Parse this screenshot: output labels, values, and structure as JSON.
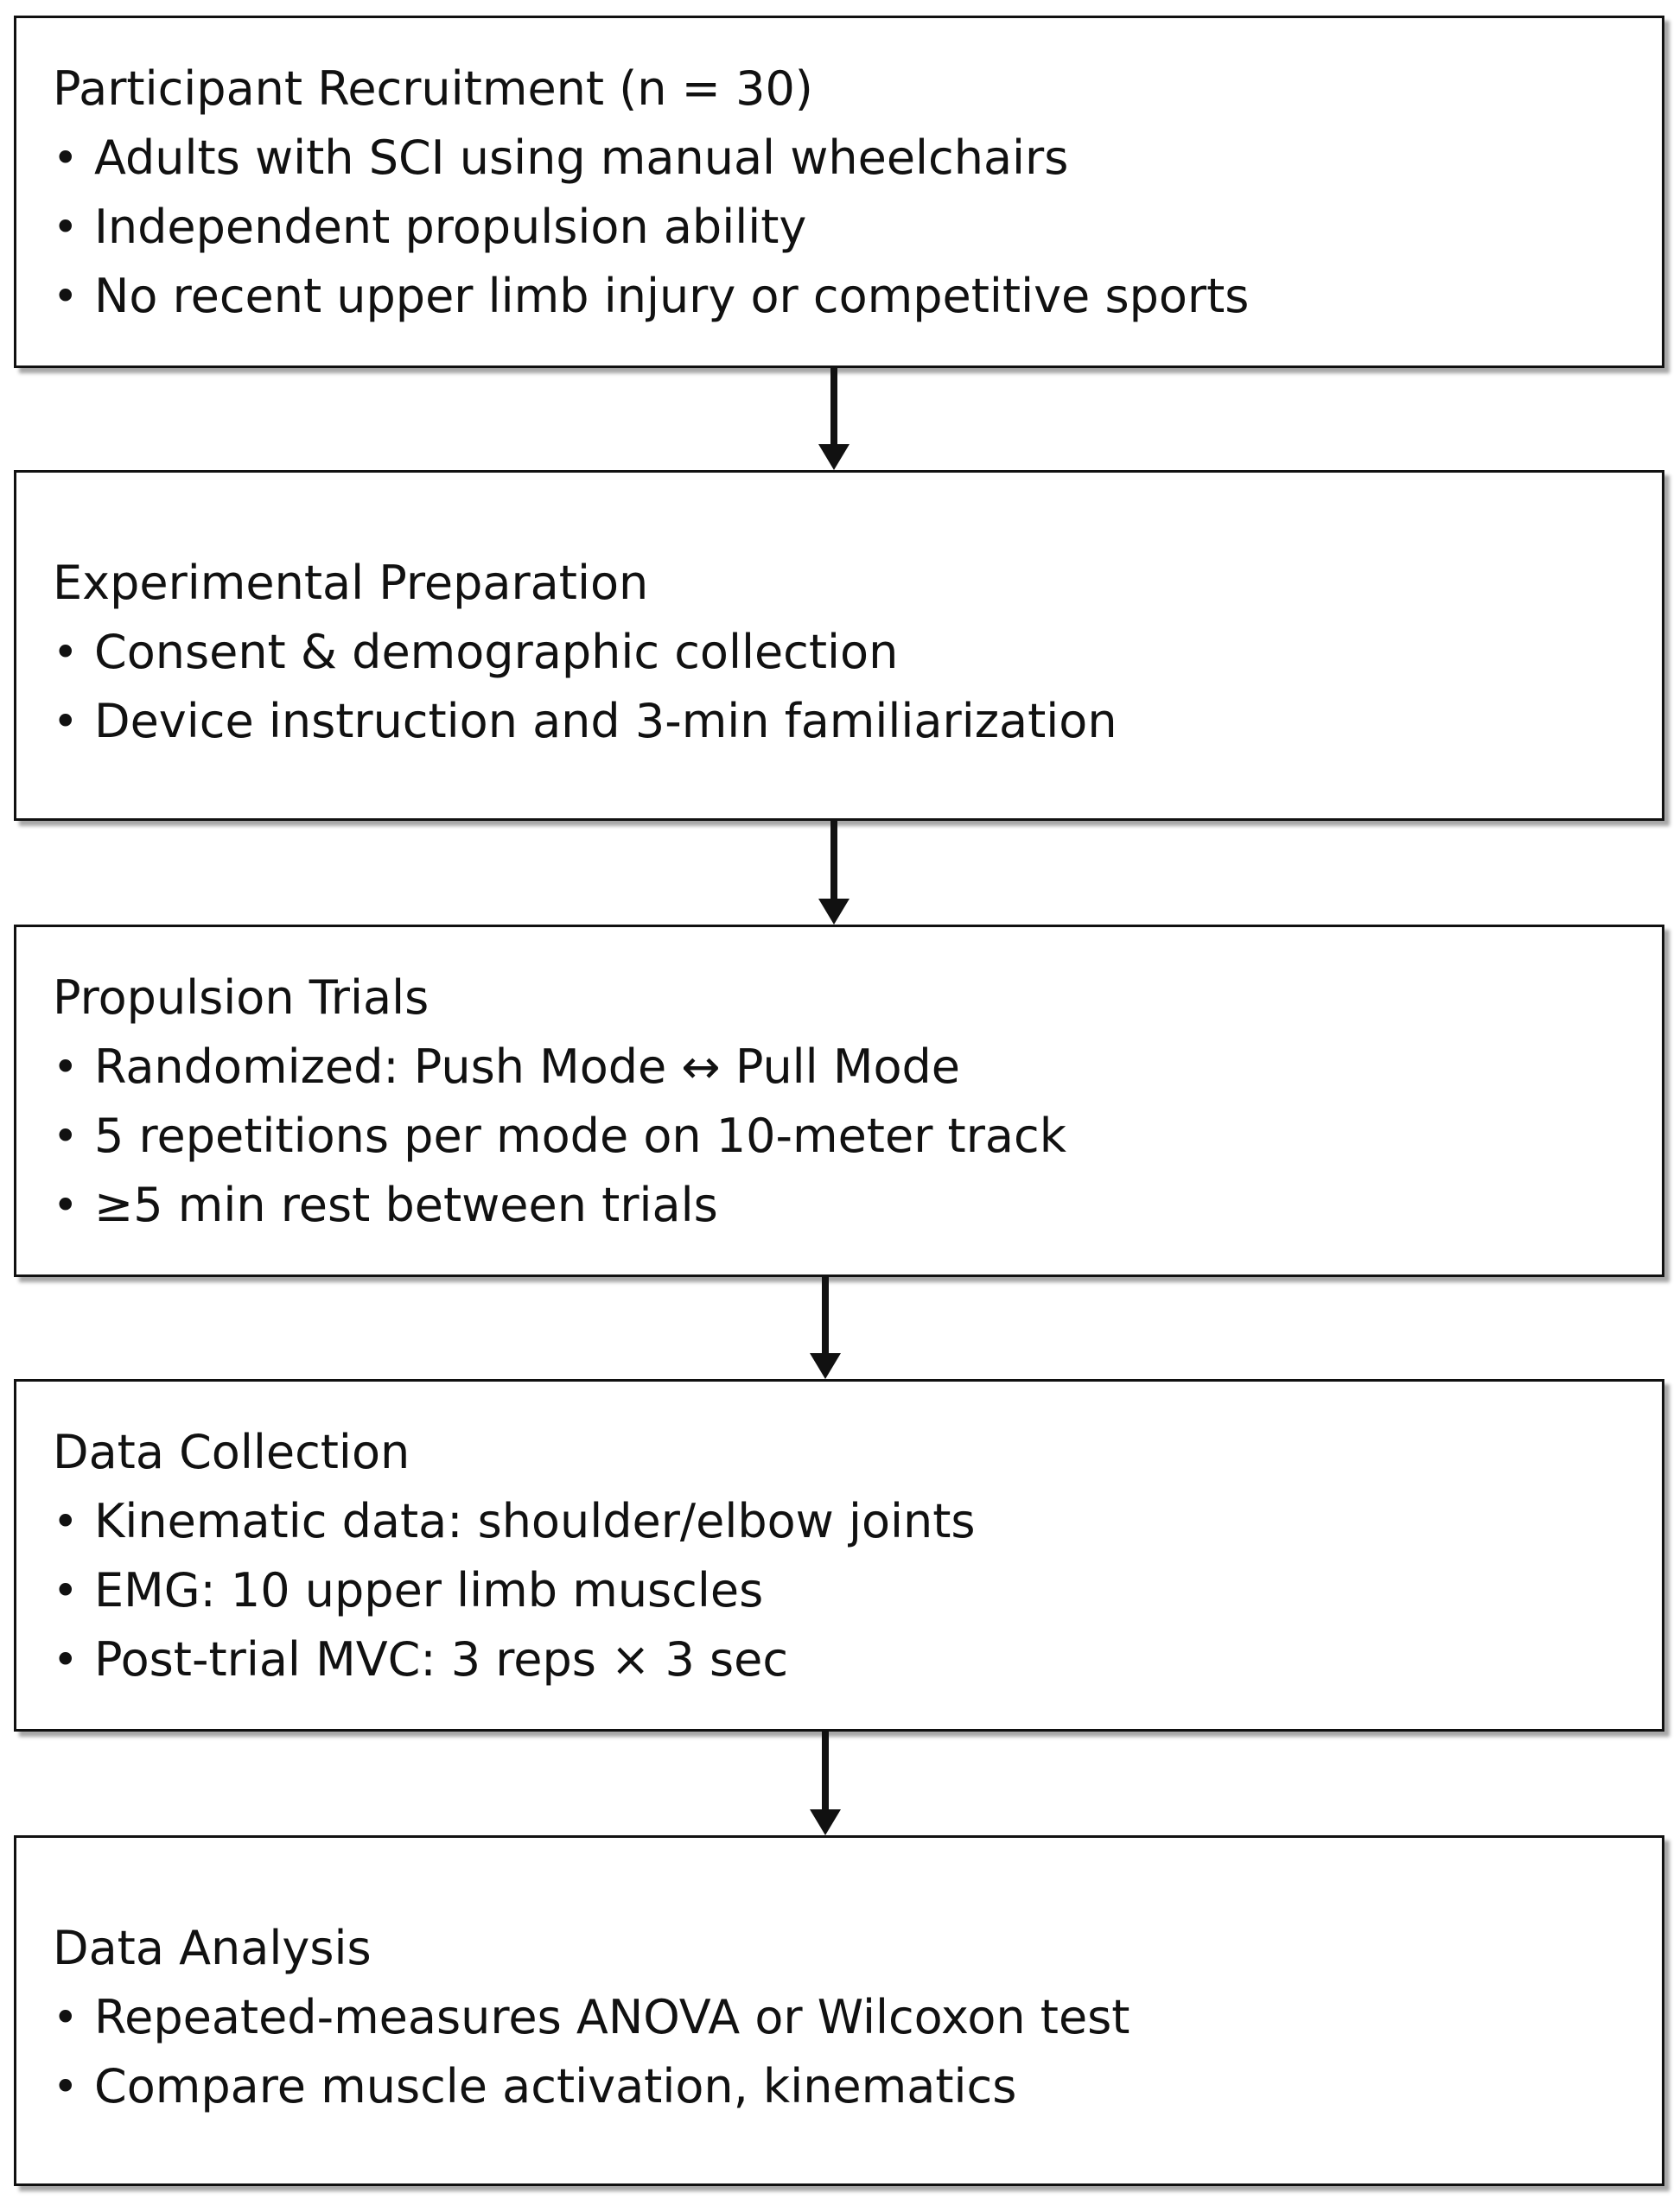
{
  "steps": [
    {
      "title": "Participant Recruitment (n = 30)",
      "items": [
        "Adults with SCI using manual wheelchairs",
        "Independent propulsion ability",
        "No recent upper limb injury or competitive sports"
      ]
    },
    {
      "title": "Experimental Preparation",
      "items": [
        "Consent & demographic collection",
        "Device instruction and 3-min familiarization"
      ]
    },
    {
      "title": "Propulsion Trials",
      "items": [
        "Randomized: Push Mode ↔ Pull Mode",
        "5 repetitions per mode on 10-meter track",
        "≥5 min rest between trials"
      ]
    },
    {
      "title": "Data Collection",
      "items": [
        "Kinematic data: shoulder/elbow joints",
        "EMG: 10 upper limb muscles",
        "Post-trial MVC: 3 reps × 3 sec"
      ]
    },
    {
      "title": "Data Analysis",
      "items": [
        "Repeated-measures ANOVA or Wilcoxon test",
        "Compare muscle activation, kinematics"
      ]
    }
  ],
  "bullet_symbol": "•"
}
